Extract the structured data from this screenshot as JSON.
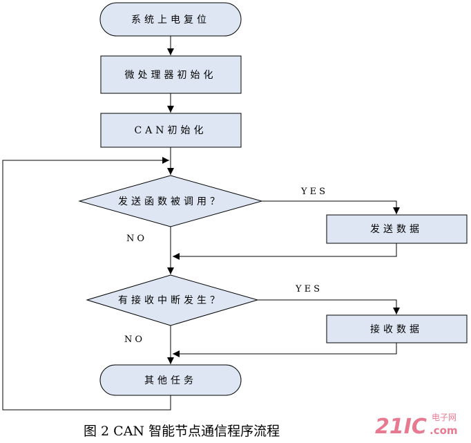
{
  "nodes": {
    "start": "系统上电复位",
    "mcu_init": "微处理器初始化",
    "can_init": "CAN初始化",
    "decision_send": "发送函数被调用？",
    "send_data": "发送数据",
    "decision_interrupt": "有接收中断发生？",
    "receive_data": "接收数据",
    "other_tasks": "其他任务"
  },
  "branches": {
    "send_yes": "YES",
    "send_no": "NO",
    "interrupt_yes": "YES",
    "interrupt_no": "NO"
  },
  "caption": "图 2 CAN 智能节点通信程序流程",
  "watermark": {
    "number": "21IC",
    "top": "电子网",
    "bottom": ".com"
  },
  "colors": {
    "shape_fill": "#dde6f2",
    "stroke": "#000000",
    "watermark": "#e3637e"
  }
}
